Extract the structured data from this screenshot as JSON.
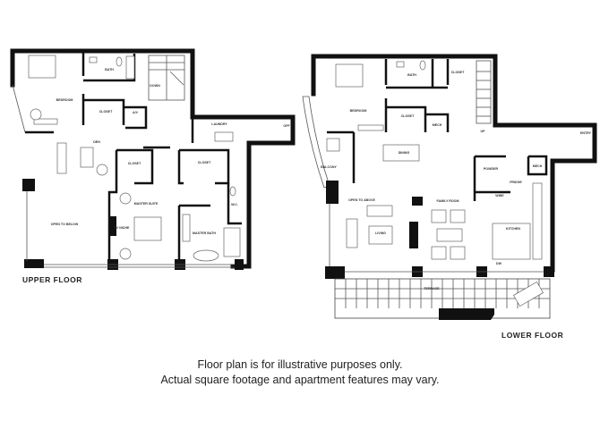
{
  "upper_floor": {
    "label": "UPPER FLOOR",
    "rooms": {
      "bedroom": "BEDROOM",
      "bath": "BATH",
      "closet1": "CLOSET",
      "av": "A/V",
      "down": "DOWN",
      "laundry": "LAUNDRY",
      "off": "OFF",
      "den": "DEN",
      "closet2": "CLOSET",
      "closet3": "CLOSET",
      "wc": "W.C.",
      "master_suite": "MASTER SUITE",
      "open_to_below": "OPEN TO BELOW",
      "master_bath": "MASTER BATH",
      "tv_niche": "TV NICHE"
    }
  },
  "lower_floor": {
    "label": "LOWER FLOOR",
    "rooms": {
      "bedroom": "BEDROOM",
      "bath": "BATH",
      "closet1": "CLOSET",
      "closet2": "CLOSET",
      "mech1": "MECH",
      "up": "UP",
      "entry": "ENTRY",
      "balcony": "BALCONY",
      "dining": "DINING",
      "powder": "POWDER",
      "mech2": "MECH",
      "fridge": "FRIDGE",
      "wine": "WINE",
      "open_to_above": "OPEN TO ABOVE",
      "family_room": "FAMILY ROOM",
      "living": "LIVING",
      "kitchen": "KITCHEN",
      "dw": "DW",
      "terrace": "TERRACE"
    }
  },
  "disclaimer": {
    "line1": "Floor plan is for illustrative purposes only.",
    "line2": "Actual square footage and apartment features may vary."
  }
}
